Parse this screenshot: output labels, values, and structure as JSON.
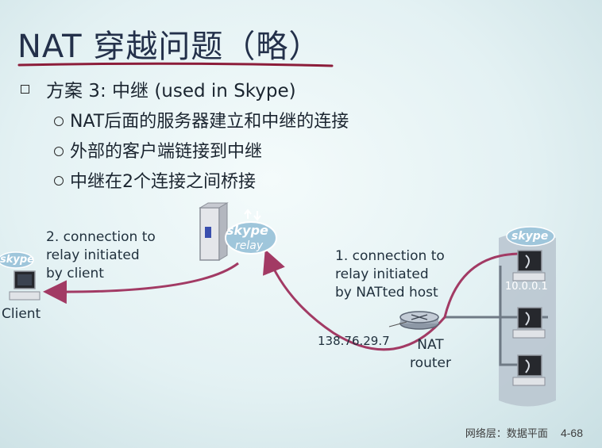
{
  "slide": {
    "title": "NAT 穿越问题（略）",
    "bullet": "方案 3: 中继 (used in Skype)",
    "sub_items": [
      "NAT后面的服务器建立和中继的连接",
      "外部的客户端链接到中继",
      "中继在2个连接之间桥接"
    ],
    "footer_text": "网络层：数据平面",
    "page_number": "4-68"
  },
  "diagram": {
    "label_left": [
      "2. connection to",
      "relay initiated",
      "by client"
    ],
    "label_right": [
      "1. connection to",
      "relay initiated",
      "by NATted host"
    ],
    "client_label": "Client",
    "skype_logo_text": "skype",
    "relay_text": "relay",
    "nat_ip": "138.76.29.7",
    "nat_label": [
      "NAT",
      "router"
    ],
    "host_ip": "10.0.0.1"
  },
  "colors": {
    "title": "#23304a",
    "underline": "#8c1d3a",
    "arrow": "#a23a64",
    "lan_panel": "#b8c4cf"
  }
}
